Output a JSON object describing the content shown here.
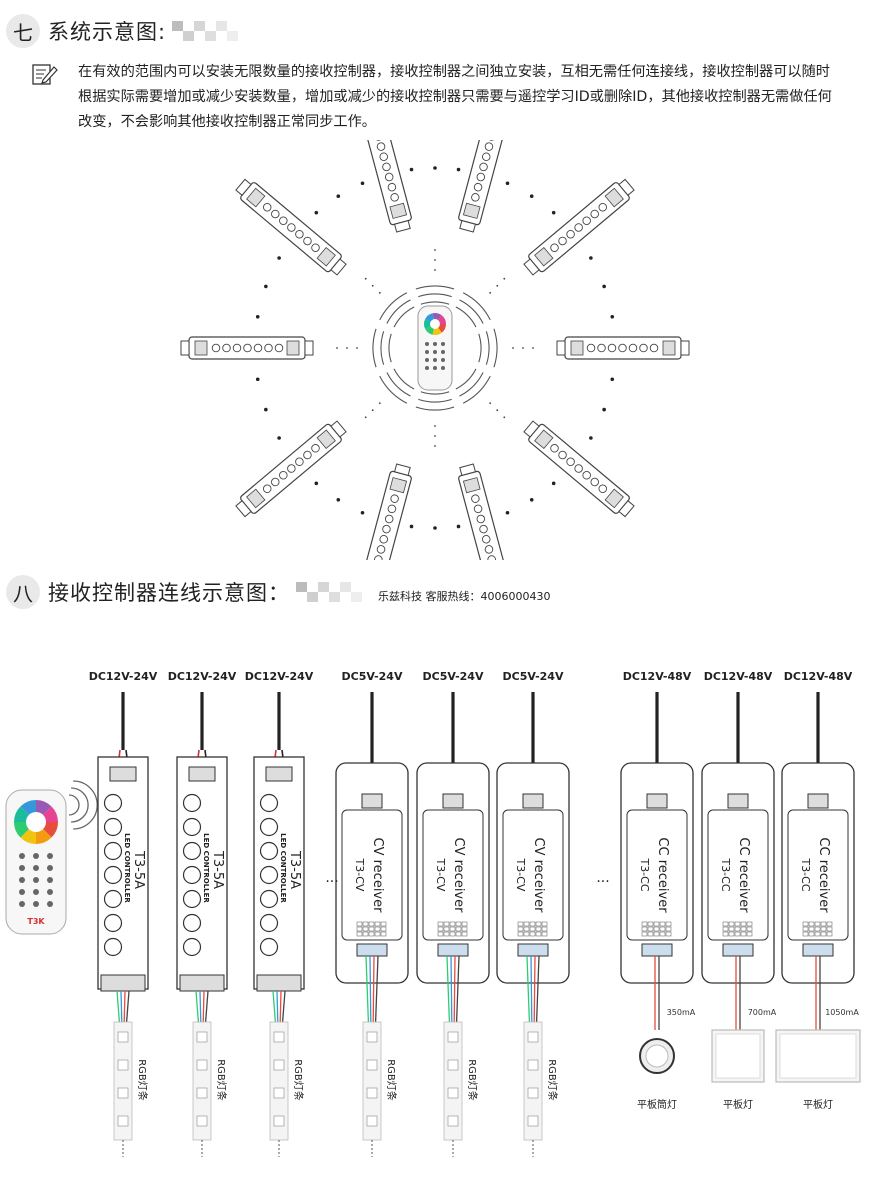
{
  "section7": {
    "number": "七",
    "title": "系统示意图:",
    "paragraph": "在有效的范围内可以安装无限数量的接收控制器，接收控制器之间独立安装，互相无需任何连接线，接收控制器可以随时根据实际需要增加或减少安装数量，增加或减少的接收控制器只需要与遥控学习ID或删除ID，其他接收控制器无需做任何改变，不会影响其他接收控制器正常同步工作。"
  },
  "section8": {
    "number": "八",
    "title": "接收控制器连线示意图：",
    "hotline": "乐兹科技 客服热线：4006000430"
  },
  "remote": {
    "brand": "T3K"
  },
  "ellipsis": "···",
  "groups": [
    {
      "type": "T3-5A",
      "count": 3,
      "voltage": "DC12V-24V",
      "model": "T3-5A",
      "device_label": "LED CONTROLLER",
      "load_label": "RGB灯条"
    },
    {
      "type": "T3-CV",
      "count": 3,
      "voltage": "DC5V-24V",
      "model": "T3-CV",
      "device_label": "CV receiver",
      "load_label": "RGB灯条"
    },
    {
      "type": "T3-CC",
      "count": 3,
      "voltage": "DC12V-48V",
      "model": "T3-CC",
      "device_label": "CC receiver",
      "currents": [
        "350mA",
        "700mA",
        "1050mA"
      ],
      "loads": [
        "平板筒灯",
        "平板灯",
        "平板灯"
      ]
    }
  ]
}
